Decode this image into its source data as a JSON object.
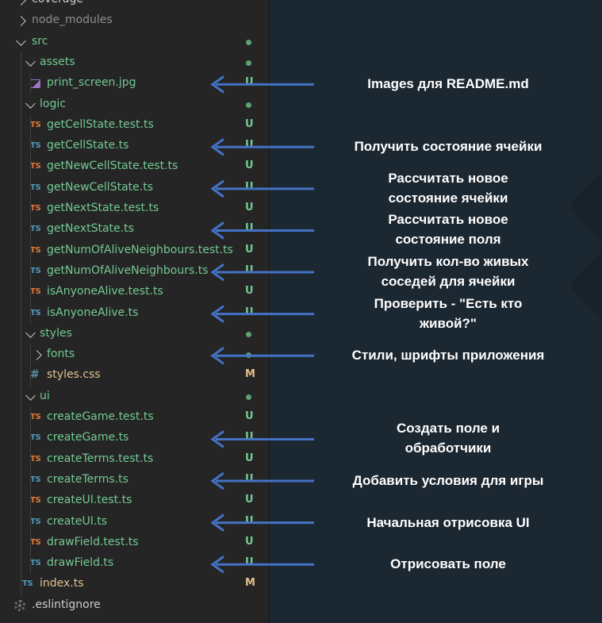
{
  "explorer": {
    "rows": [
      {
        "label": "coverage",
        "kind": "folder",
        "state": "closed",
        "indent": 0,
        "status": "",
        "color": "#cccccc"
      },
      {
        "label": "node_modules",
        "kind": "folder",
        "state": "closed",
        "indent": 0,
        "status": "",
        "color": "#8c8c8c"
      },
      {
        "label": "src",
        "kind": "folder",
        "state": "open",
        "indent": 0,
        "status": "dot",
        "color": "#73c991"
      },
      {
        "label": "assets",
        "kind": "folder",
        "state": "open",
        "indent": 1,
        "status": "dot",
        "color": "#73c991"
      },
      {
        "label": "print_screen.jpg",
        "kind": "img",
        "indent": 2,
        "status": "U",
        "color": "#73c991"
      },
      {
        "label": "logic",
        "kind": "folder",
        "state": "open",
        "indent": 1,
        "status": "dot",
        "color": "#73c991"
      },
      {
        "label": "getCellState.test.ts",
        "kind": "test",
        "indent": 2,
        "status": "U",
        "color": "#73c991"
      },
      {
        "label": "getCellState.ts",
        "kind": "ts",
        "indent": 2,
        "status": "U",
        "color": "#73c991"
      },
      {
        "label": "getNewCellState.test.ts",
        "kind": "test",
        "indent": 2,
        "status": "U",
        "color": "#73c991"
      },
      {
        "label": "getNewCellState.ts",
        "kind": "ts",
        "indent": 2,
        "status": "U",
        "color": "#73c991"
      },
      {
        "label": "getNextState.test.ts",
        "kind": "test",
        "indent": 2,
        "status": "U",
        "color": "#73c991"
      },
      {
        "label": "getNextState.ts",
        "kind": "ts",
        "indent": 2,
        "status": "U",
        "color": "#73c991"
      },
      {
        "label": "getNumOfAliveNeighbours.test.ts",
        "kind": "test",
        "indent": 2,
        "status": "U",
        "color": "#73c991"
      },
      {
        "label": "getNumOfAliveNeighbours.ts",
        "kind": "ts",
        "indent": 2,
        "status": "U",
        "color": "#73c991"
      },
      {
        "label": "isAnyoneAlive.test.ts",
        "kind": "test",
        "indent": 2,
        "status": "U",
        "color": "#73c991"
      },
      {
        "label": "isAnyoneAlive.ts",
        "kind": "ts",
        "indent": 2,
        "status": "U",
        "color": "#73c991"
      },
      {
        "label": "styles",
        "kind": "folder",
        "state": "open",
        "indent": 1,
        "status": "dot",
        "color": "#73c991"
      },
      {
        "label": "fonts",
        "kind": "folder",
        "state": "closed",
        "indent": 2,
        "status": "dot",
        "color": "#73c991"
      },
      {
        "label": "styles.css",
        "kind": "css",
        "indent": 2,
        "status": "M",
        "color": "#e2c08d"
      },
      {
        "label": "ui",
        "kind": "folder",
        "state": "open",
        "indent": 1,
        "status": "dot",
        "color": "#73c991"
      },
      {
        "label": "createGame.test.ts",
        "kind": "test",
        "indent": 2,
        "status": "U",
        "color": "#73c991"
      },
      {
        "label": "createGame.ts",
        "kind": "ts",
        "indent": 2,
        "status": "U",
        "color": "#73c991"
      },
      {
        "label": "createTerms.test.ts",
        "kind": "test",
        "indent": 2,
        "status": "U",
        "color": "#73c991"
      },
      {
        "label": "createTerms.ts",
        "kind": "ts",
        "indent": 2,
        "status": "U",
        "color": "#73c991"
      },
      {
        "label": "createUI.test.ts",
        "kind": "test",
        "indent": 2,
        "status": "U",
        "color": "#73c991"
      },
      {
        "label": "createUI.ts",
        "kind": "ts",
        "indent": 2,
        "status": "U",
        "color": "#73c991"
      },
      {
        "label": "drawField.test.ts",
        "kind": "test",
        "indent": 2,
        "status": "U",
        "color": "#73c991"
      },
      {
        "label": "drawField.ts",
        "kind": "ts",
        "indent": 2,
        "status": "U",
        "color": "#73c991"
      },
      {
        "label": "index.ts",
        "kind": "ts",
        "indent": 1,
        "status": "M",
        "color": "#e2c08d"
      },
      {
        "label": ".eslintignore",
        "kind": "gear",
        "indent": 0,
        "status": "",
        "color": "#cccccc"
      }
    ],
    "icon_text": {
      "ts": "TS",
      "test": "TS",
      "css": "#"
    }
  },
  "annotations": [
    {
      "text": "Images для README.md",
      "row": 4
    },
    {
      "text": "Получить состояние ячейки",
      "row": 7
    },
    {
      "text": "Рассчитать новое\nсостояние ячейки",
      "row": 9
    },
    {
      "text": "Рассчитать новое\nсостояние поля",
      "row": 11
    },
    {
      "text": "Получить кол-во живых\nсоседей для ячейки",
      "row": 13
    },
    {
      "text": "Проверить - \"Есть кто\nживой?\"",
      "row": 15
    },
    {
      "text": "Стили, шрифты приложения",
      "row": 17
    },
    {
      "text": "Создать поле и\nобработчики",
      "row": 21
    },
    {
      "text": "Добавить условия для игры",
      "row": 23
    },
    {
      "text": "Начальная отрисовка UI",
      "row": 25
    },
    {
      "text": "Отрисовать поле",
      "row": 27
    }
  ],
  "colors": {
    "arrow": "#4472c4",
    "annotation_text": "#ffffff"
  }
}
